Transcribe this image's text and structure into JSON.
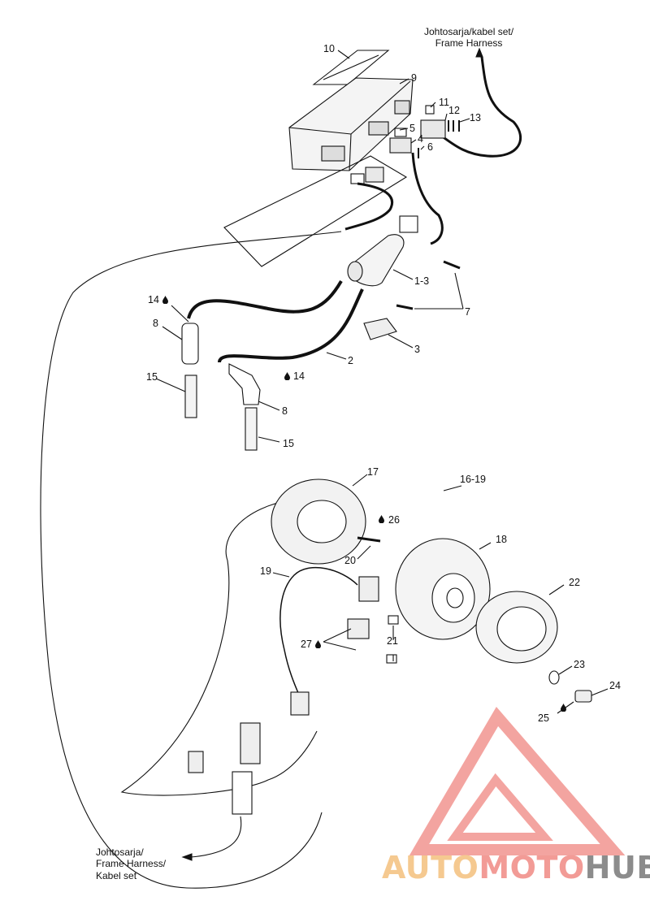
{
  "harness_note_top": [
    "Johtosarja/kabel set/",
    "Frame Harness"
  ],
  "harness_note_bottom": [
    "Johtosarja/",
    "Frame Harness/",
    "Kabel set"
  ],
  "parts": {
    "p1_3": "1-3",
    "p2": "2",
    "p3": "3",
    "p4": "4",
    "p5": "5",
    "p6": "6",
    "p7": "7",
    "p8a": "8",
    "p8b": "8",
    "p9": "9",
    "p10": "10",
    "p11": "11",
    "p12": "12",
    "p13": "13",
    "p14a": "14",
    "p14b": "14",
    "p15a": "15",
    "p15b": "15",
    "p16_19": "16-19",
    "p17": "17",
    "p18": "18",
    "p19": "19",
    "p20": "20",
    "p21": "21",
    "p22": "22",
    "p23": "23",
    "p24": "24",
    "p25": "25",
    "p26": "26",
    "p27": "27"
  },
  "logo": {
    "part_a": "AUTO",
    "part_b": "MOTO",
    "part_c": "HUB"
  },
  "colors": {
    "line": "#111111",
    "logo_red": "#f29b96",
    "logo_orange": "#f5c990",
    "logo_gray": "#8c8c8c"
  }
}
